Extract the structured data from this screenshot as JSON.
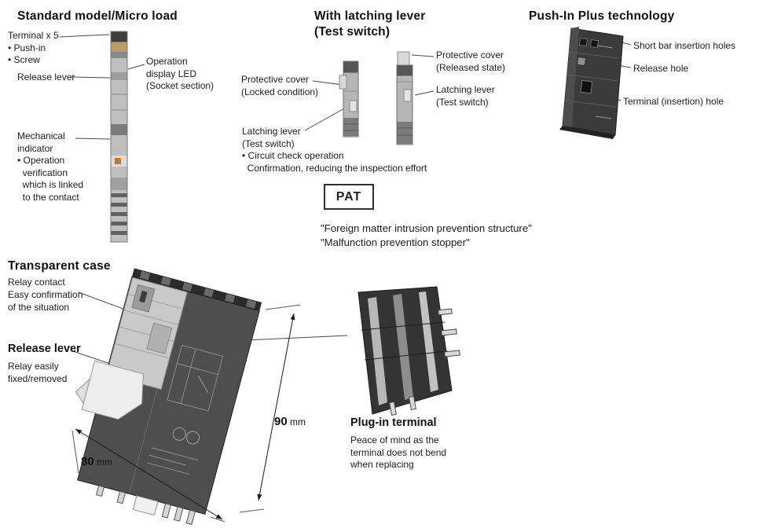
{
  "standard": {
    "title": "Standard model/Micro load",
    "terminal": "Terminal x 5\n• Push-in\n• Screw",
    "release_lever": "Release lever",
    "operation_led": "Operation\ndisplay LED\n(Socket section)",
    "mechanical": "Mechanical\nindicator\n• Operation\n  verification\n  which is linked\n  to the contact"
  },
  "latching": {
    "title": "With latching lever\n(Test switch)",
    "protective_locked": "Protective cover\n(Locked condition)",
    "latching_left": "Latching lever\n(Test switch)",
    "circuit_note": "• Circuit check operation\n  Confirmation, reducing the inspection effort",
    "protective_released": "Protective cover\n(Released state)",
    "latching_right": "Latching lever\n(Test switch)",
    "pat": "PAT",
    "quote1": "\"Foreign matter intrusion prevention structure\"",
    "quote2": "\"Malfunction prevention stopper\""
  },
  "pushin": {
    "title": "Push-In Plus technology",
    "short_bar": "Short bar insertion holes",
    "release_hole": "Release hole",
    "terminal_hole": "Terminal (insertion) hole"
  },
  "transparent": {
    "title": "Transparent case",
    "relay_contact": "Relay contact",
    "easy_confirm": "Easy confirmation\nof the situation",
    "release_title": "Release lever",
    "release_note": "Relay easily\nfixed/removed",
    "dim_height_value": "90",
    "dim_width_value": "80",
    "dim_unit": "mm"
  },
  "plugin": {
    "title": "Plug-in terminal",
    "note": "Peace of mind as the\nterminal does not bend\nwhen replacing"
  }
}
